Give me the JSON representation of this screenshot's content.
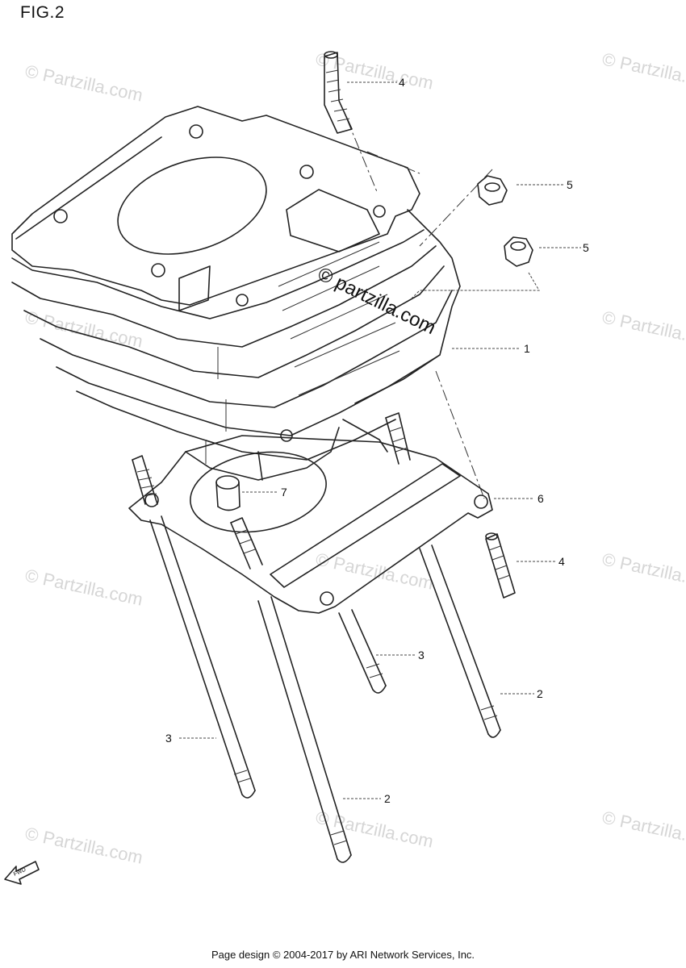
{
  "figure": {
    "title": "FIG.2"
  },
  "watermark": {
    "text": "© Partzilla.com",
    "center_text": "© partzilla.com"
  },
  "callouts": {
    "c1": "1",
    "c2a": "2",
    "c2b": "2",
    "c3a": "3",
    "c3b": "3",
    "c4a": "4",
    "c4b": "4",
    "c5a": "5",
    "c5b": "5",
    "c6": "6",
    "c7": "7"
  },
  "fwd": {
    "label": "FWD"
  },
  "footer": {
    "text": "Page design © 2004-2017 by ARI Network Services, Inc."
  }
}
